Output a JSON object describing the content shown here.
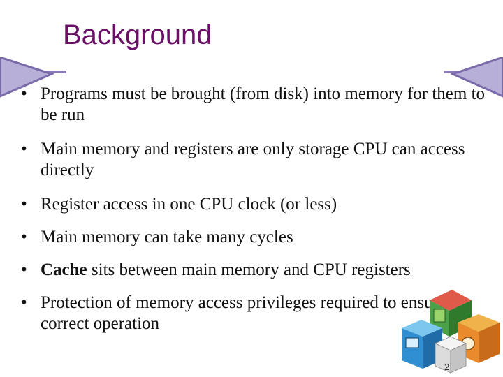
{
  "slide": {
    "title": "Background",
    "page_number": "2",
    "bullets": [
      {
        "pre": "",
        "bold": "",
        "text": "Programs must be brought (from disk)  into memory for them to be run"
      },
      {
        "pre": "",
        "bold": "",
        "text": "Main memory and registers are only storage CPU can access directly"
      },
      {
        "pre": "",
        "bold": "",
        "text": "Register access in one CPU clock (or less)"
      },
      {
        "pre": "",
        "bold": "",
        "text": "Main memory can take many cycles"
      },
      {
        "pre": "",
        "bold": "Cache",
        "text": " sits between main memory and CPU registers"
      },
      {
        "pre": "",
        "bold": "",
        "text": "Protection of memory access privileges required to ensure correct operation"
      }
    ],
    "bullet_symbol": "•",
    "colors": {
      "title": "#6a1067",
      "accent": "#8a7bb5",
      "triangle_fill": "#b7afd8"
    }
  }
}
